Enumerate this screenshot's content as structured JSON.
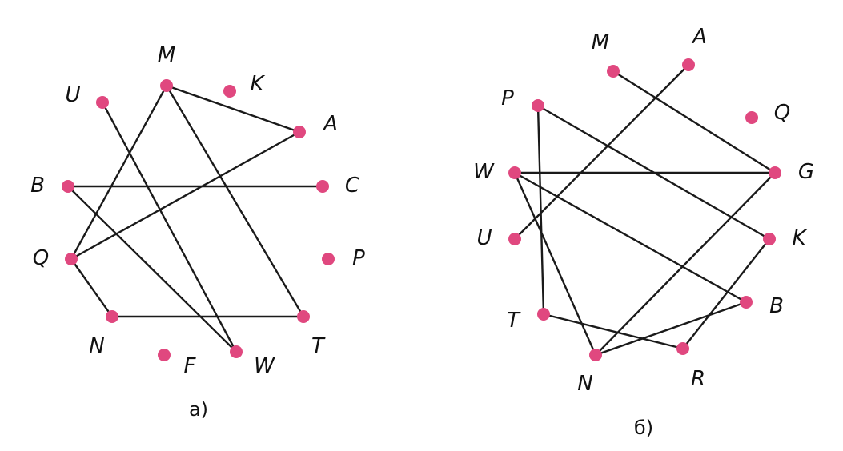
{
  "colors": {
    "node": "#e0487f",
    "edge": "#1a1a1a",
    "text": "#111111"
  },
  "graphs": [
    {
      "id": "a",
      "caption": "а)",
      "nodes": [
        "M",
        "K",
        "U",
        "A",
        "B",
        "C",
        "Q",
        "P",
        "N",
        "F",
        "W",
        "T"
      ],
      "edges": [
        [
          "M",
          "A"
        ],
        [
          "M",
          "Q"
        ],
        [
          "M",
          "T"
        ],
        [
          "U",
          "W"
        ],
        [
          "B",
          "C"
        ],
        [
          "B",
          "W"
        ],
        [
          "A",
          "Q"
        ],
        [
          "Q",
          "N"
        ],
        [
          "N",
          "T"
        ]
      ]
    },
    {
      "id": "b",
      "caption": "б)",
      "nodes": [
        "M",
        "A",
        "P",
        "Q",
        "W",
        "G",
        "U",
        "K",
        "T",
        "B",
        "N",
        "R"
      ],
      "edges": [
        [
          "M",
          "G"
        ],
        [
          "A",
          "U"
        ],
        [
          "P",
          "K"
        ],
        [
          "P",
          "T"
        ],
        [
          "W",
          "G"
        ],
        [
          "W",
          "B"
        ],
        [
          "W",
          "N"
        ],
        [
          "G",
          "N"
        ],
        [
          "K",
          "R"
        ],
        [
          "T",
          "R"
        ],
        [
          "N",
          "B"
        ]
      ]
    }
  ]
}
